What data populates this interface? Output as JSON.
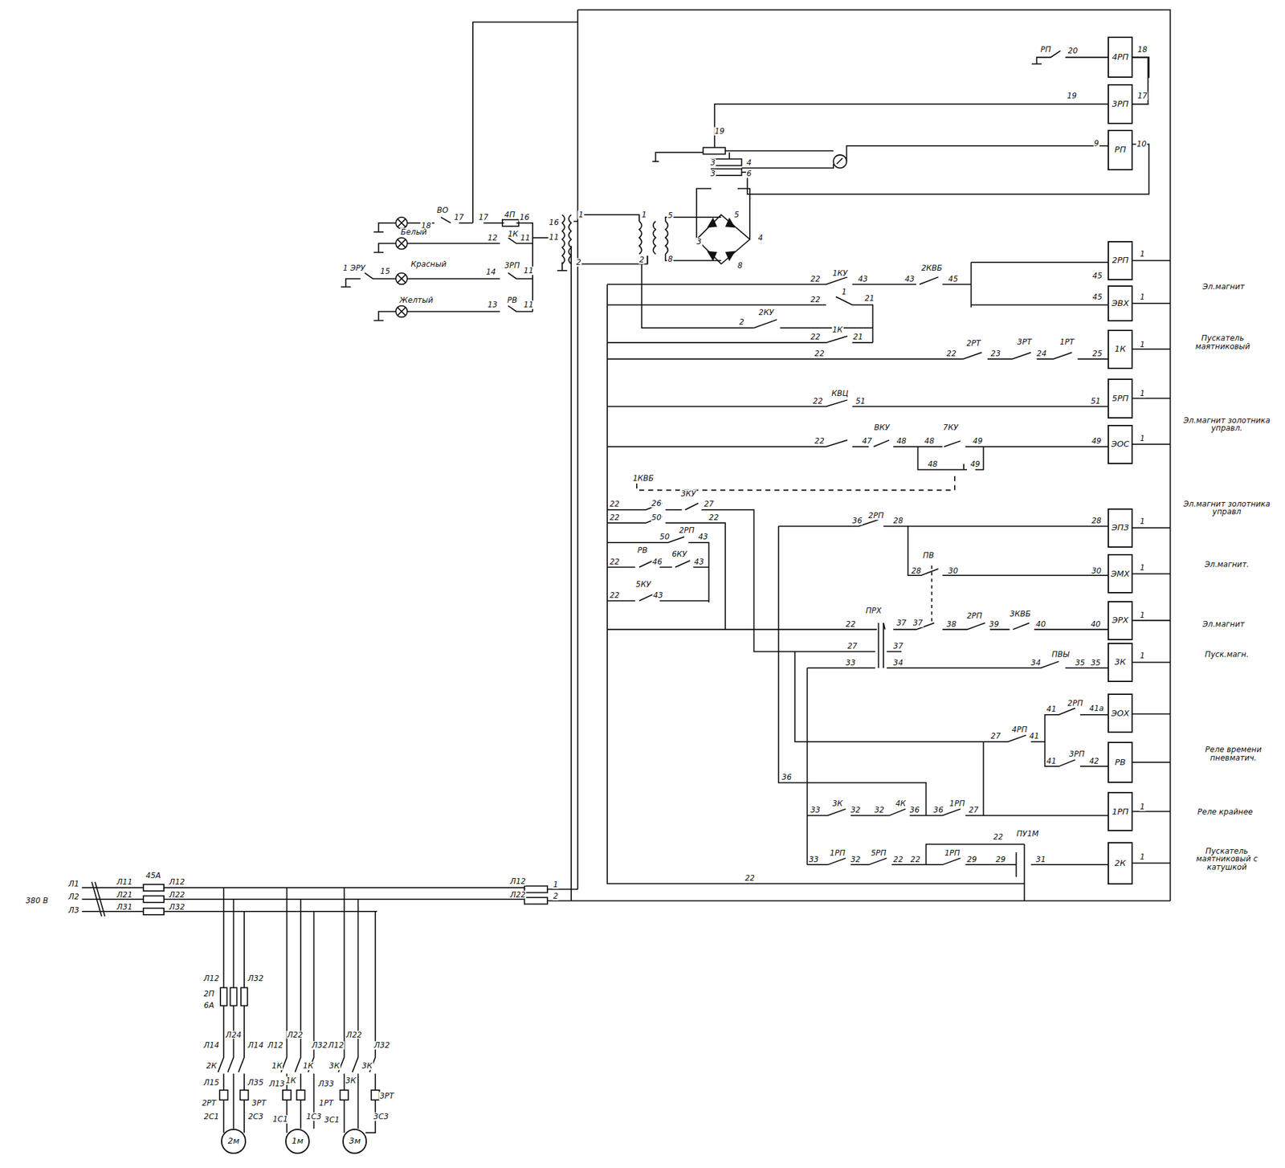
{
  "diagram": {
    "nodes": [
      {
        "text": [
          "4РП"
        ]
      },
      {
        "text": [
          "3РП"
        ]
      },
      {
        "text": [
          "РП"
        ]
      },
      {
        "text": [
          "2РП"
        ]
      },
      {
        "text": [
          "ЭВХ"
        ]
      },
      {
        "text": [
          "1К"
        ]
      },
      {
        "text": [
          "5РП"
        ]
      },
      {
        "text": [
          "ЭОС"
        ]
      },
      {
        "text": [
          "ЭПЗ"
        ]
      },
      {
        "text": [
          "ЭМХ"
        ]
      },
      {
        "text": [
          "ЭРХ"
        ]
      },
      {
        "text": [
          "3К"
        ]
      },
      {
        "text": [
          "ЭОХ"
        ]
      },
      {
        "text": [
          "РВ"
        ]
      },
      {
        "text": [
          "1РП"
        ]
      },
      {
        "text": [
          "2К"
        ]
      },
      {
        "text": [
          "2м"
        ]
      },
      {
        "text": [
          "1м"
        ]
      },
      {
        "text": [
          "3м"
        ]
      }
    ],
    "edges": [
      {
        "from": 0,
        "to": 1,
        "arrow": "none"
      }
    ],
    "labels": [
      "РП",
      "20",
      "18",
      "19",
      "17",
      "19",
      "9",
      "10",
      "3",
      "4",
      "3",
      "6",
      "5",
      "8",
      "1",
      "2",
      "5",
      "3",
      "4",
      "8",
      "1",
      "2",
      "16",
      "11",
      "ВО",
      "18",
      "17",
      "17",
      "4П",
      "16",
      "Белый",
      "12",
      "1К",
      "11",
      "1 ЭРУ",
      "15",
      "Красный",
      "14",
      "3РП",
      "11",
      "Желтый",
      "13",
      "РВ",
      "11",
      "22",
      "1КУ",
      "43",
      "43",
      "2КВБ",
      "45",
      "45",
      "1",
      "45",
      "1",
      "Эл.магнит",
      "22",
      "1",
      "21",
      "2",
      "2КУ",
      "22",
      "1К",
      "21",
      "22",
      "22",
      "2РТ",
      "23",
      "3РТ",
      "24",
      "1РТ",
      "25",
      "1",
      "Пускатель маятниковый",
      "22",
      "КВЦ",
      "51",
      "51",
      "1",
      "22",
      "47",
      "ВКУ",
      "48",
      "48",
      "7КУ",
      "49",
      "48",
      "49",
      "49",
      "1",
      "Эл.магнит золотника управл.",
      "1КВБ",
      "22",
      "26",
      "3КУ",
      "27",
      "22",
      "50",
      "22",
      "50",
      "2РП",
      "43",
      "22",
      "РВ",
      "46",
      "6КУ",
      "43",
      "5КУ",
      "22",
      "43",
      "36",
      "2РП",
      "28",
      "28",
      "1",
      "Эл.магнит золотника управл",
      "ПВ",
      "28",
      "30",
      "30",
      "1",
      "Эл.магнит.",
      "22",
      "ПРХ",
      "37",
      "37",
      "38",
      "2РП",
      "39",
      "3КВБ",
      "40",
      "40",
      "1",
      "Эл.магнит",
      "27",
      "37",
      "33",
      "34",
      "34",
      "ПВЫ",
      "35",
      "35",
      "1",
      "Пуск.магн.",
      "41",
      "2РП",
      "41а",
      "27",
      "4РП",
      "41",
      "41",
      "3РП",
      "42",
      "Реле времени пневматич.",
      "36",
      "33",
      "3К",
      "32",
      "32",
      "4К",
      "36",
      "36",
      "1РП",
      "27",
      "1",
      "Реле крайнее",
      "22",
      "ПУ1М",
      "33",
      "1РП",
      "32",
      "5РП",
      "22",
      "22",
      "1РП",
      "29",
      "29",
      "31",
      "1",
      "Пускатель маятниковый с катушкой",
      "22",
      "380 В",
      "Л1",
      "Л2",
      "Л3",
      "Л11",
      "Л21",
      "Л31",
      "45А",
      "Л12",
      "Л22",
      "Л32",
      "Л12",
      "Л22",
      "1",
      "2",
      "Л12",
      "2П",
      "6А",
      "Л32",
      "Л14",
      "Л24",
      "Л14",
      "2К",
      "Л15",
      "2РТ",
      "Л35",
      "3РТ",
      "2С1",
      "2С3",
      "Л12",
      "Л22",
      "Л32",
      "1К",
      "1К",
      "1К",
      "Л13",
      "Л33",
      "1РТ",
      "1С1",
      "1С3",
      "Л12",
      "Л22",
      "Л32",
      "3К",
      "3К",
      "3К",
      "3РТ",
      "3С1",
      "3С3"
    ]
  }
}
